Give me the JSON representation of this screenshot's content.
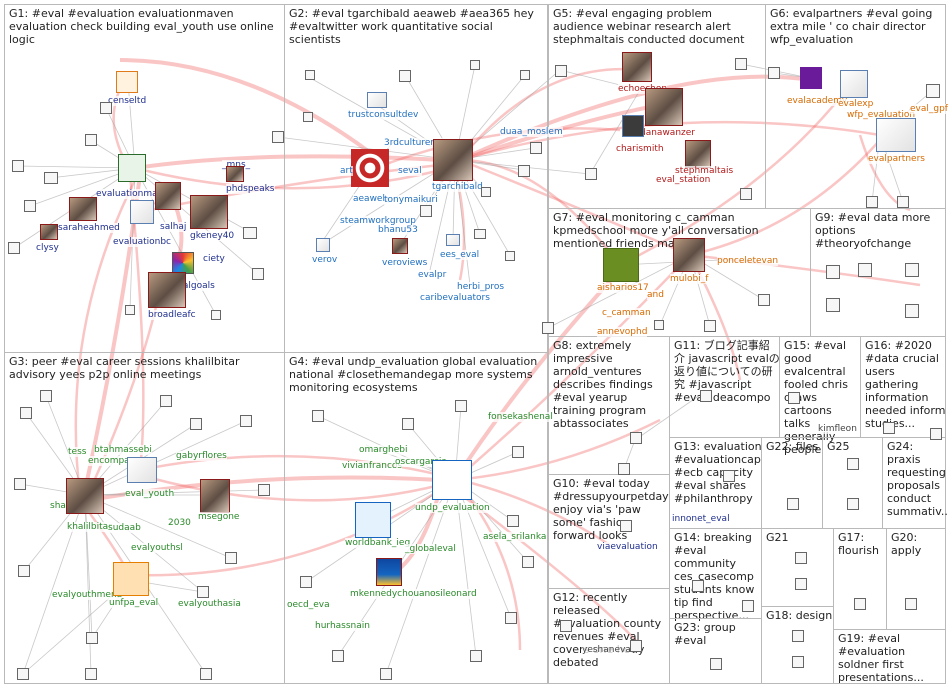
{
  "colors": {
    "edge_red": "#f05a5a",
    "edge_gray": "#9a9a9a",
    "box_border": "#b9b9b9",
    "label_text": "#222222"
  },
  "groups": [
    {
      "id": "G1",
      "label": "G1: #eval #evaluation evaluationmaven evaluation check building eval_youth use online logic"
    },
    {
      "id": "G2",
      "label": "G2: #eval tgarchibald aeaweb #aea365 hey #evaltwitter work quantitative social scientists"
    },
    {
      "id": "G5",
      "label": "G5: #eval engaging problem audience webinar research alert stephmaltais conducted document"
    },
    {
      "id": "G6",
      "label": "G6: evalpartners #eval going extra mile ' co chair director wfp_evaluation"
    },
    {
      "id": "G7",
      "label": "G7: #eval monitoring c_camman kpmedschool more y'all conversation mentioned friends many"
    },
    {
      "id": "G9",
      "label": "G9: #eval data more options #theoryofchange"
    },
    {
      "id": "G3",
      "label": "G3: peer #eval career sessions khalilbitar advisory yees p2p online meetings"
    },
    {
      "id": "G4",
      "label": "G4: #eval undp_evaluation global evaluation national #closethemandegap more systems monitoring ecosystems"
    },
    {
      "id": "G8",
      "label": "G8: extremely impressive arnold_ventures describes findings #eval yearup training program abtassociates"
    },
    {
      "id": "G11",
      "label": "G11: ブログ記事紹介 javascript evalの返り値についての研究 #javascript #eval ideacompo"
    },
    {
      "id": "G15",
      "label": "G15: #eval good evalcentral fooled chris draws cartoons talks generally people"
    },
    {
      "id": "G16",
      "label": "G16: #2020 #data crucial users gathering information needed inform studies..."
    },
    {
      "id": "G13",
      "label": "G13: evaluation #evaluationcap... #ecb capacity #eval shares #philanthropy"
    },
    {
      "id": "G22",
      "label": "G22: files"
    },
    {
      "id": "G25",
      "label": "G25"
    },
    {
      "id": "G24",
      "label": "G24: praxis requesting proposals conduct summativ..."
    },
    {
      "id": "G10",
      "label": "G10: #eval today #dressupyourpetday enjoy via's 'paw some' fashion forward looks"
    },
    {
      "id": "G14",
      "label": "G14: breaking #eval community ces_casecomp students know tip find perspective..."
    },
    {
      "id": "G21",
      "label": "G21"
    },
    {
      "id": "G17",
      "label": "G17: flourish"
    },
    {
      "id": "G20",
      "label": "G20: apply"
    },
    {
      "id": "G12",
      "label": "G12: recently released #evaluation county revenues #eval covers one hotly debated"
    },
    {
      "id": "G23",
      "label": "G23: group #eval"
    },
    {
      "id": "G18",
      "label": "G18: design"
    },
    {
      "id": "G19",
      "label": "G19: #eval #evaluation soldner first presentations..."
    }
  ],
  "node_labels": {
    "censeltd": "censeltd",
    "evaluationmaven": "evaluationma",
    "evaluationbc": "evaluationbc",
    "salhaj": "salhaj",
    "gkeney40": "gkeney40",
    "saraheahmed": "saraheahmed",
    "clysy": "clysy",
    "mns": "_mns_",
    "phdspeaks": "phdspeaks",
    "ciety": "ciety",
    "evalgoals": "evalgoals",
    "broadleafc": "broadleafc",
    "trustconsultdev": "trustconsultdev",
    "3rdcultureme": "3rdcultureme",
    "tgarchibald": "tgarchibald",
    "duaa_moslem": "duaa_moslem",
    "aeaweb": "aeaweb",
    "art": "art",
    "seval": "seval",
    "tonymaikuri": "tonymaikuri",
    "steamworkgroup": "steamworkgroup",
    "bhanu53": "bhanu53",
    "verov": "verov",
    "veroviews": "veroviews",
    "ees_eval": "ees_eval",
    "evalpr": "evalpr",
    "herbi_pros": "herbi_pros",
    "caribevaluators": "caribevaluators",
    "echoechon": "echoechon",
    "danawanzer": "danawanzer",
    "charismith": "charismith",
    "stephmaltais": "stephmaltais",
    "eval_station": "eval_station",
    "evalacademy": "evalacademy",
    "evalexp": "evalexp",
    "wfp_evaluation": "wfp_evaluation",
    "eval_gpf": "eval_gpf",
    "evalpartners": "evalpartners",
    "aisharios17": "aisharios17",
    "and": "and",
    "mulobi_": "mulobi_f",
    "ponceletevan": "ponceletevan",
    "c_camman": "c_camman",
    "annevophd": "annevophd",
    "tessa": "tess",
    "btahmassebi": "btahmassebi",
    "encompass": "encompas",
    "gabyrflores": "gabyrflores",
    "shad": "shad",
    "khalilbitar": "khalilbitar",
    "eval_youth": "eval_youth",
    "sudaab": "sudaab",
    "msegone": "msegone",
    "n2030": "2030",
    "evalyouthsl": "evalyouthsl",
    "evalyouthmena": "evalyouthmena",
    "unfpa_eval": "unfpa_eval",
    "evalyouthasia": "evalyouthasia",
    "omarghebi": "omarghebi",
    "vivianfrancos": "vivianfrancos",
    "oscargarcia": "oscargarcia",
    "fonsekashenal": "fonsekashenal",
    "undp_evaluation": "undp_evaluation",
    "worldbank_ieg": "worldbank_ieg",
    "globaleval": "_globaleval",
    "asela_srilanka": "asela_srilanka",
    "oecd_eval": "oecd_eva",
    "mkennedychouane": "mkennedychouane",
    "osileonard": "osileonard",
    "hurhassnain": "hurhassnain",
    "viaevaluation": "viaevaluation",
    "innonet_eval": "innonet_eval",
    "kimfleon": "kimfleon",
    "yeshaneval": "yeshaneval"
  }
}
